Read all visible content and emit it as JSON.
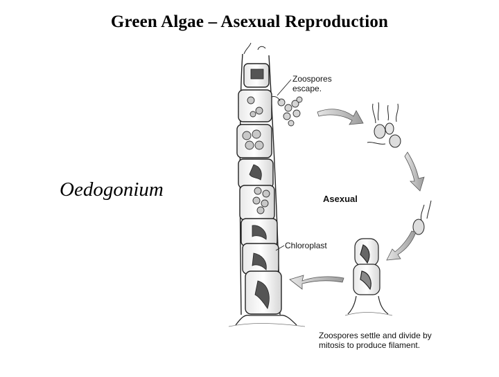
{
  "slide": {
    "title": "Green Algae – Asexual Reproduction",
    "genus": "Oedogonium"
  },
  "figure": {
    "label_zoospores_escape": "Zoospores escape.",
    "label_asexual": "Asexual",
    "label_chloroplast": "Chloroplast",
    "label_settle": "Zoospores settle and divide by mitosis to produce filament."
  },
  "colors": {
    "ink": "#222222",
    "shade": "#9a9a9a",
    "arrow": "#b5b5b5"
  }
}
